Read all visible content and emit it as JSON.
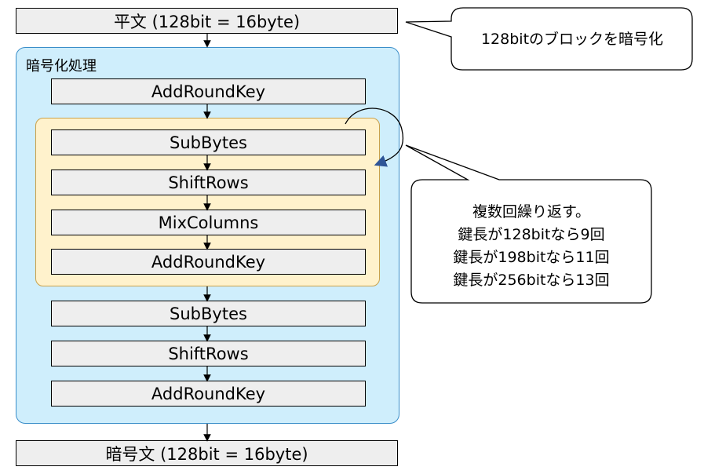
{
  "plaintext": "平文 (128bit = 16byte)",
  "ciphertext": "暗号文 (128bit = 16byte)",
  "encrypt_label": "暗号化処理",
  "steps": {
    "initial_addroundkey": "AddRoundKey",
    "round": [
      "SubBytes",
      "ShiftRows",
      "MixColumns",
      "AddRoundKey"
    ],
    "final": [
      "SubBytes",
      "ShiftRows",
      "AddRoundKey"
    ]
  },
  "callout_block": "128bitのブロックを暗号化",
  "callout_rounds": [
    "複数回繰り返す。",
    "鍵長が128bitなら9回",
    "鍵長が198bitなら11回",
    "鍵長が256bitなら13回"
  ]
}
